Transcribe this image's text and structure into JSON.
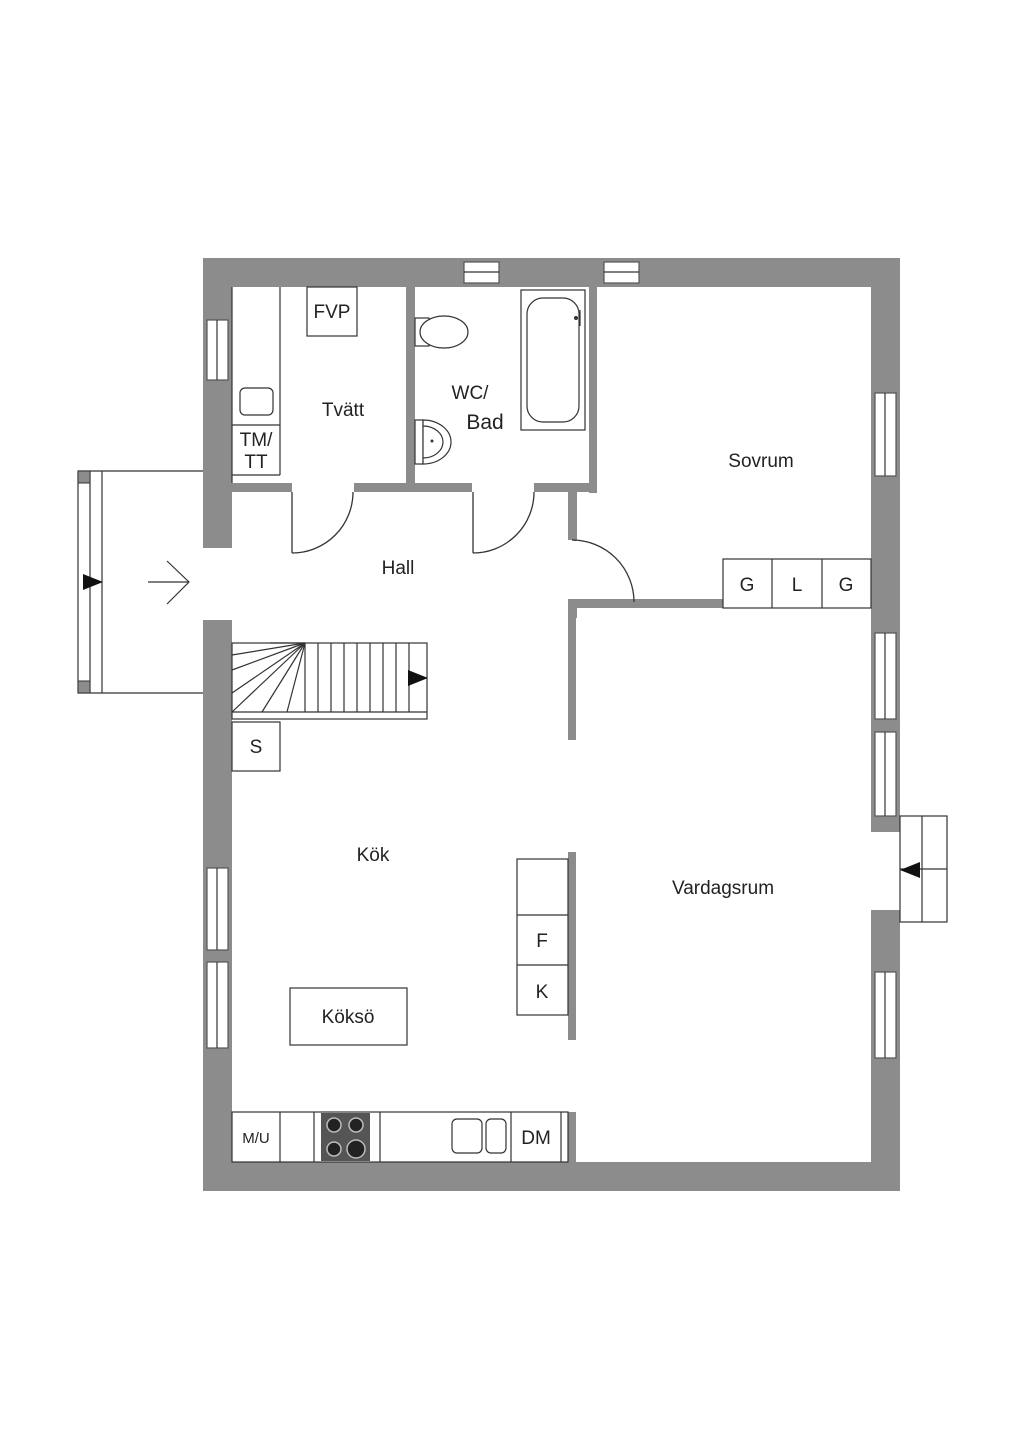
{
  "rooms": {
    "tvatt": "Tvätt",
    "wc_line1": "WC/",
    "wc_line2": "Bad",
    "sovrum": "Sovrum",
    "hall": "Hall",
    "kok": "Kök",
    "vardagsrum": "Vardagsrum"
  },
  "fixtures": {
    "fvp": "FVP",
    "tm": "TM/",
    "tt": "TT",
    "wardrobe_1": "G",
    "wardrobe_2": "L",
    "wardrobe_3": "G",
    "storage": "S",
    "fridge": "F",
    "freezer": "K",
    "island": "Köksö",
    "microwave": "M/U",
    "dishwasher": "DM"
  },
  "colors": {
    "wall": "#8c8c8c",
    "line": "#333333"
  }
}
